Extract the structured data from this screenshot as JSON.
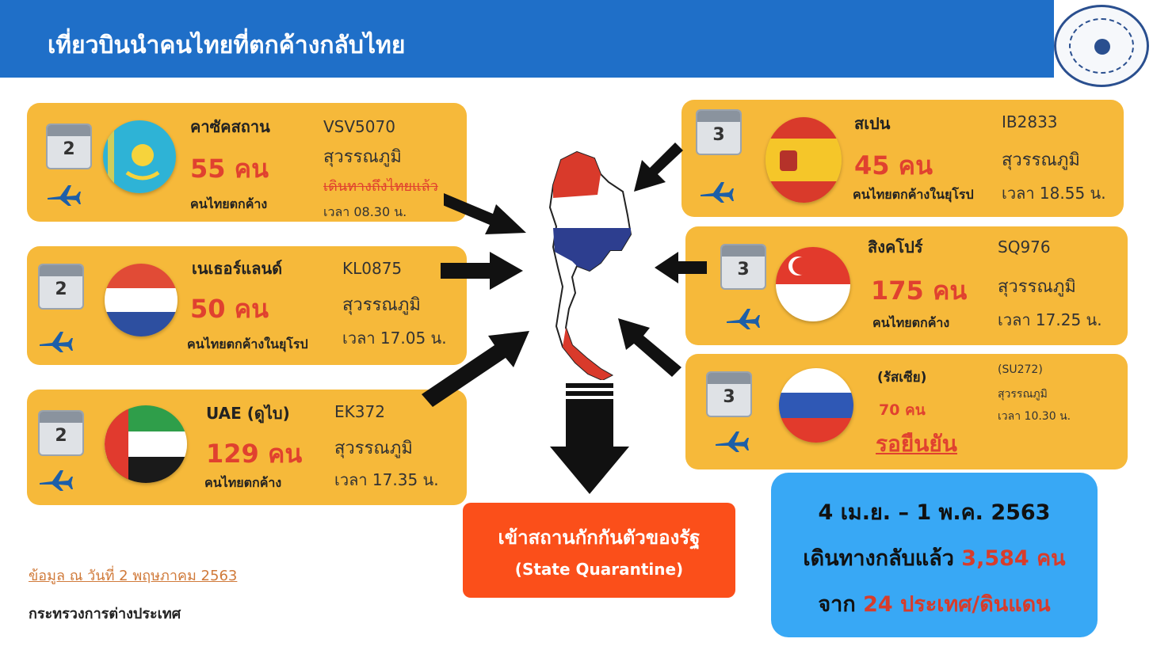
{
  "header": {
    "title": "เที่ยวบินนำคนไทยที่ตกค้างกลับไทย"
  },
  "cards": {
    "kz": {
      "day": "2",
      "country": "คาซัคสถาน",
      "count": "55 คน",
      "desc": "คนไทยตกค้าง",
      "flight": "VSV5070",
      "airport": "สุวรรณภูมิ",
      "status": "เดินทางถึงไทยแล้ว",
      "time": "เวลา 08.30 น."
    },
    "nl": {
      "day": "2",
      "country": "เนเธอร์แลนด์",
      "count": "50 คน",
      "desc": "คนไทยตกค้างในยุโรป",
      "flight": "KL0875",
      "airport": "สุวรรณภูมิ",
      "time": "เวลา 17.05 น."
    },
    "uae": {
      "day": "2",
      "country": "UAE (ดูไบ)",
      "count": "129 คน",
      "desc": "คนไทยตกค้าง",
      "flight": "EK372",
      "airport": "สุวรรณภูมิ",
      "time": "เวลา 17.35 น."
    },
    "es": {
      "day": "3",
      "country": "สเปน",
      "count": "45 คน",
      "desc": "คนไทยตกค้างในยุโรป",
      "flight": "IB2833",
      "airport": "สุวรรณภูมิ",
      "time": "เวลา 18.55 น."
    },
    "sg": {
      "day": "3",
      "country": "สิงคโปร์",
      "count": "175 คน",
      "desc": "คนไทยตกค้าง",
      "flight": "SQ976",
      "airport": "สุวรรณภูมิ",
      "time": "เวลา 17.25 น."
    },
    "ru": {
      "day": "3",
      "country": "(รัสเซีย)",
      "count": "70 คน",
      "status": "รอยืนยัน",
      "flight": "(SU272)",
      "airport": "สุวรรณภูมิ",
      "time": "เวลา 10.30 น."
    }
  },
  "quarantine": {
    "line1": "เข้าสถานกักกันตัวของรัฐ",
    "line2": "(State Quarantine)"
  },
  "summary": {
    "dates": "4 เม.ย. – 1 พ.ค. 2563",
    "returned_label": "เดินทางกลับแล้ว",
    "returned_count": "3,584 คน",
    "from_label": "จาก",
    "from_count": "24 ประเทศ/ดินแดน"
  },
  "footer": {
    "as_of": "ข้อมูล ณ วันที่ 2 พฤษภาคม 2563",
    "source": "กระทรวงการต่างประเทศ"
  },
  "colors": {
    "header": "#1f6fc8",
    "card": "#f6b93a",
    "count": "#e0412f",
    "quarantine": "#fb4f1a",
    "summary": "#38a8f5"
  },
  "icons": [
    "calendar-icon",
    "airplane-icon",
    "arrow-icon",
    "ministry-seal"
  ]
}
